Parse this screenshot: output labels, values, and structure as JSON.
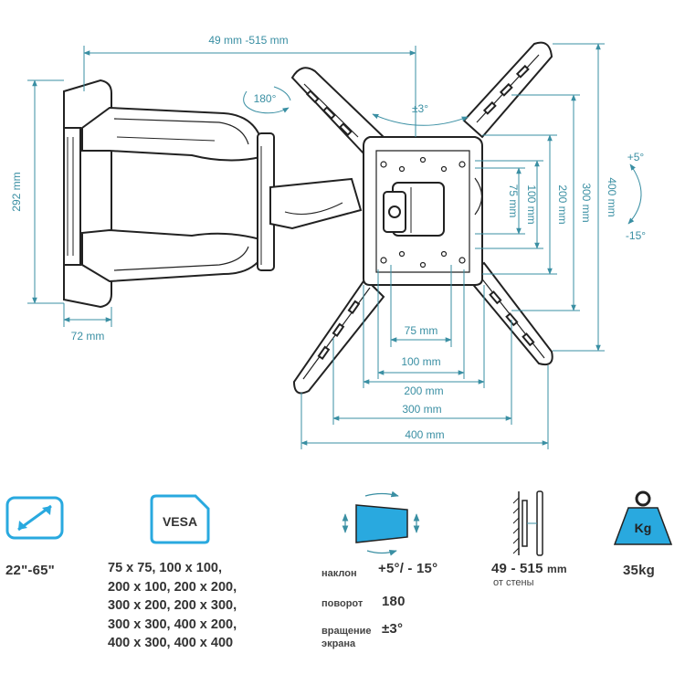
{
  "dimensions": {
    "extension": "49 mm -515 mm",
    "height": "292 mm",
    "depth": "72 mm",
    "swivel": "180°",
    "rotation": "±3°",
    "tilt_up": "+5°",
    "tilt_down": "-15°",
    "v75": "75 mm",
    "v100": "100 mm",
    "v200": "200 mm",
    "v300": "300 mm",
    "v400": "400 mm",
    "h75": "75 mm",
    "h100": "100 mm",
    "h200": "200 mm",
    "h300": "300 mm",
    "h400": "400 mm"
  },
  "specs": {
    "screen_size": "22\"-65\"",
    "vesa_badge": "VESA",
    "vesa_lines": [
      "75 x 75, 100 x 100,",
      "200 x 100, 200 x 200,",
      "300 x 200, 200 x 300,",
      "300 x 300, 400 x 200,",
      "400 x 300, 400 x 400"
    ],
    "tilt_label": "наклон",
    "tilt_value": "+5°/ - 15°",
    "swivel_label": "поворот",
    "swivel_value": "180",
    "rotation_label_1": "вращение",
    "rotation_label_2": "экрана",
    "rotation_value": "±3°",
    "distance_value": "49 - 515",
    "distance_unit": "mm",
    "distance_label": "от стены",
    "weight_badge": "Kg",
    "weight_value": "35kg"
  },
  "colors": {
    "dimension": "#3a8fa3",
    "icon_fill": "#29a9df",
    "drawing": "#222222"
  }
}
